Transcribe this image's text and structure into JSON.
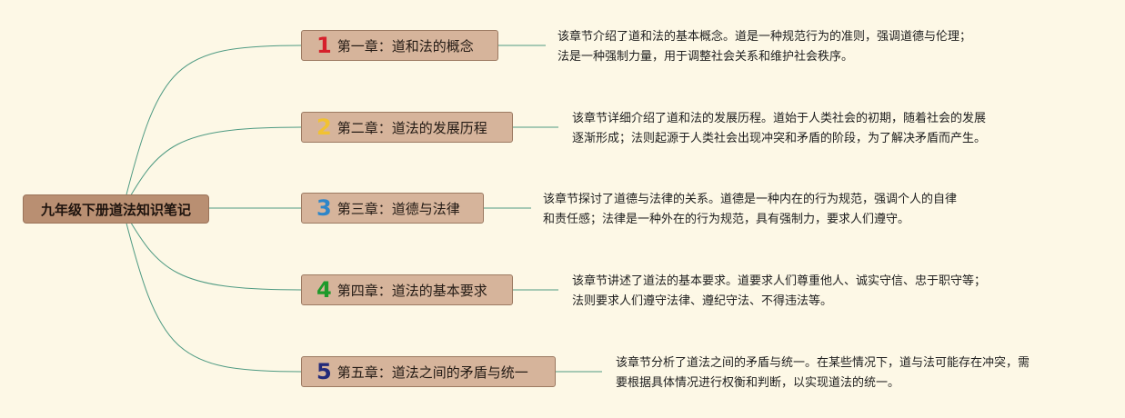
{
  "root": {
    "title": "九年级下册道法知识笔记"
  },
  "chapters": [
    {
      "number": "1",
      "number_color": "#d6202b",
      "label": "第一章：道和法的概念",
      "desc": [
        "该章节介绍了道和法的基本概念。道是一种规范行为的准则，强调道德与伦理；",
        "法是一种强制力量，用于调整社会关系和维护社会秩序。"
      ]
    },
    {
      "number": "2",
      "number_color": "#f1c232",
      "label": "第二章：道法的发展历程",
      "desc": [
        "该章节详细介绍了道和法的发展历程。道始于人类社会的初期，随着社会的发展",
        "逐渐形成；法则起源于人类社会出现冲突和矛盾的阶段，为了解决矛盾而产生。"
      ]
    },
    {
      "number": "3",
      "number_color": "#2e86c9",
      "label": "第三章：道德与法律",
      "desc": [
        "该章节探讨了道德与法律的关系。道德是一种内在的行为规范，强调个人的自律",
        "和责任感；法律是一种外在的行为规范，具有强制力，要求人们遵守。"
      ]
    },
    {
      "number": "4",
      "number_color": "#1d9a2b",
      "label": "第四章：道法的基本要求",
      "desc": [
        "该章节讲述了道法的基本要求。道要求人们尊重他人、诚实守信、忠于职守等；",
        "法则要求人们遵守法律、遵纪守法、不得违法等。"
      ]
    },
    {
      "number": "5",
      "number_color": "#232a7a",
      "label": "第五章：道法之间的矛盾与统一",
      "desc": [
        "该章节分析了道法之间的矛盾与统一。在某些情况下，道与法可能存在冲突，需",
        "要根据具体情况进行权衡和判断，以实现道法的统一。"
      ]
    }
  ],
  "colors": {
    "background": "#fdf8e6",
    "connector": "#4e9a82",
    "root_fill": "#b98f72",
    "chapter_fill": "#d6b49b"
  }
}
